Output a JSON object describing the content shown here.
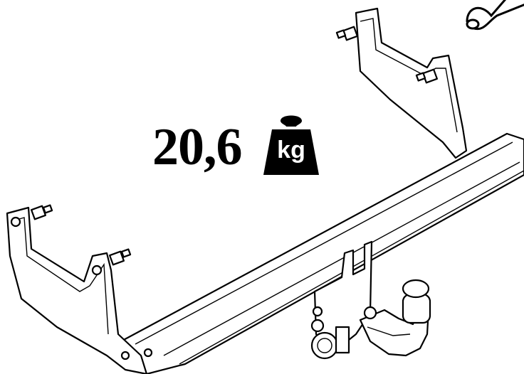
{
  "product": {
    "weight_value": "20,6",
    "weight_unit": "kg",
    "icons": [
      "tow-bar-drawing",
      "weight-icon",
      "scissors-icon"
    ]
  }
}
